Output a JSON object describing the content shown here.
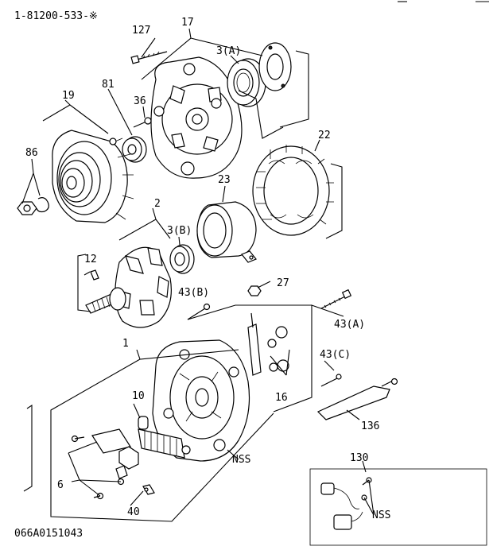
{
  "header": {
    "code": "1-81200-533-※"
  },
  "footer": {
    "code": "066A0151043"
  },
  "labels": [
    {
      "text": "127"
    },
    {
      "text": "17"
    },
    {
      "text": "3(A)"
    },
    {
      "text": "81"
    },
    {
      "text": "36"
    },
    {
      "text": "19"
    },
    {
      "text": "86"
    },
    {
      "text": "22"
    },
    {
      "text": "23"
    },
    {
      "text": "2"
    },
    {
      "text": "3(B)"
    },
    {
      "text": "12"
    },
    {
      "text": "27"
    },
    {
      "text": "43(B)"
    },
    {
      "text": "43(A)"
    },
    {
      "text": "1"
    },
    {
      "text": "43(C)"
    },
    {
      "text": "10"
    },
    {
      "text": "16"
    },
    {
      "text": "136"
    },
    {
      "text": "NSS"
    },
    {
      "text": "130"
    },
    {
      "text": "6"
    },
    {
      "text": "40"
    },
    {
      "text": "NSS"
    }
  ]
}
